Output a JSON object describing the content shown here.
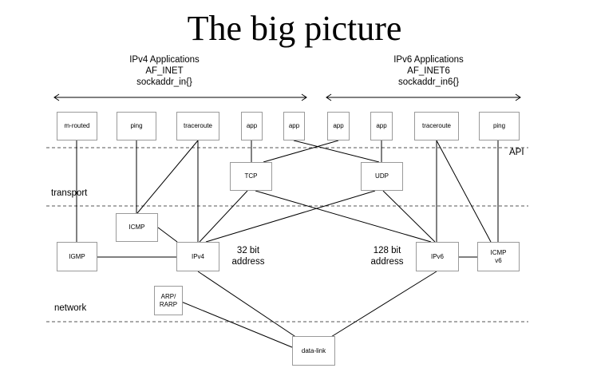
{
  "title": "The big picture",
  "groups": {
    "ipv4": {
      "line1": "IPv4 Applications",
      "line2": "AF_INET",
      "line3": "sockaddr_in{}"
    },
    "ipv6": {
      "line1": "IPv6 Applications",
      "line2": "AF_INET6",
      "line3": "sockaddr_in6{}"
    }
  },
  "layers": {
    "api": "API",
    "transport": "transport",
    "network": "network"
  },
  "address": {
    "ipv4": {
      "line1": "32 bit",
      "line2": "address"
    },
    "ipv6": {
      "line1": "128 bit",
      "line2": "address"
    }
  },
  "boxes": {
    "mrouted": "m-routed",
    "ping4": "ping",
    "traceroute4": "traceroute",
    "app1": "app",
    "app2": "app",
    "app3": "app",
    "app4": "app",
    "traceroute6": "traceroute",
    "ping6": "ping",
    "tcp": "TCP",
    "udp": "UDP",
    "icmp": "ICMP",
    "igmp": "IGMP",
    "ipv4": "IPv4",
    "ipv6": "IPv6",
    "icmpv6_line1": "ICMP",
    "icmpv6_line2": "v6",
    "arp_line1": "ARP/",
    "arp_line2": "RARP",
    "datalink": "data-link"
  }
}
